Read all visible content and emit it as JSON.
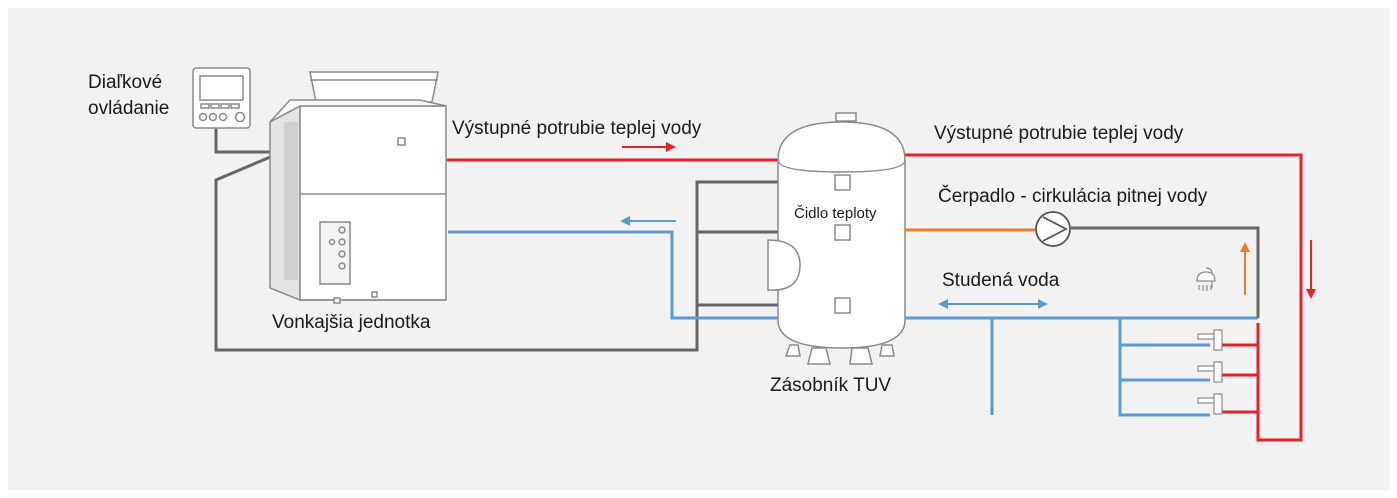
{
  "labels": {
    "remote_control": "Diaľkové\novládanie",
    "outdoor_unit": "Vonkajšia jednotka",
    "hot_water_outlet_left": "Výstupné potrubie teplej vody",
    "hot_water_outlet_right": "Výstupné potrubie teplej vody",
    "temperature_sensor": "Čidlo teploty",
    "pump": "Čerpadlo - cirkulácia pitnej vody",
    "cold_water": "Studená voda",
    "tank": "Zásobník TUV"
  },
  "colors": {
    "background": "#f2f2f2",
    "hot_pipe": "#e8202a",
    "cold_pipe": "#5a9bd4",
    "circulation_pipe": "#ef7d2d",
    "control_wire": "#666666",
    "outline": "#8a8a8a"
  },
  "icons": [
    "remote-control-icon",
    "outdoor-unit-icon",
    "tank-icon",
    "pump-icon",
    "shower-icon",
    "tap-icon"
  ]
}
